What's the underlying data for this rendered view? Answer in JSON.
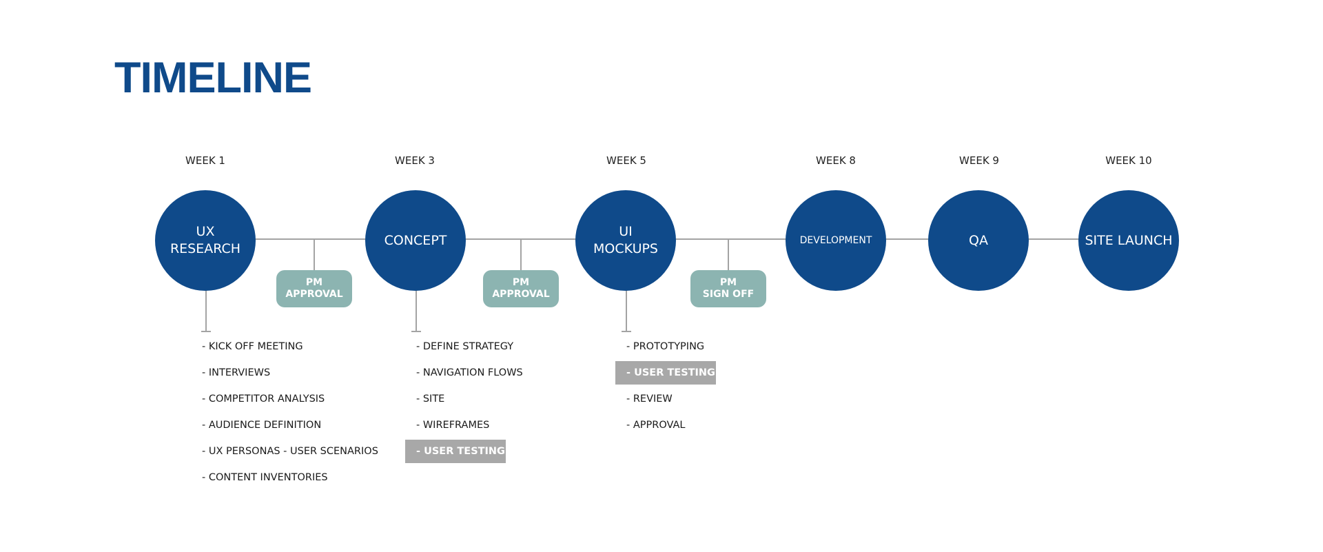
{
  "title": "TIMELINE",
  "weeks": [
    "WEEK 1",
    "WEEK 3",
    "WEEK 5",
    "WEEK 8",
    "WEEK 9",
    "WEEK 10"
  ],
  "stages": [
    {
      "line1": "UX",
      "line2": "RESEARCH"
    },
    {
      "line1": "CONCEPT",
      "line2": ""
    },
    {
      "line1": "UI",
      "line2": "MOCKUPS"
    },
    {
      "line1": "DEVELOPMENT",
      "line2": ""
    },
    {
      "line1": "QA",
      "line2": ""
    },
    {
      "line1": "SITE LAUNCH",
      "line2": ""
    }
  ],
  "approvals": [
    {
      "line1": "PM",
      "line2": "APPROVAL"
    },
    {
      "line1": "PM",
      "line2": "APPROVAL"
    },
    {
      "line1": "PM",
      "line2": "SIGN OFF"
    }
  ],
  "tasks": {
    "ux_research": [
      "- KICK OFF MEETING",
      "- INTERVIEWS",
      "- COMPETITOR ANALYSIS",
      "- AUDIENCE DEFINITION",
      "- UX PERSONAS - USER SCENARIOS",
      "- CONTENT INVENTORIES"
    ],
    "concept": [
      "- DEFINE STRATEGY",
      "- NAVIGATION FLOWS",
      "- SITE",
      "- WIREFRAMES",
      "- USER TESTING"
    ],
    "ui_mockups": [
      "- PROTOTYPING",
      "- USER TESTING",
      "- REVIEW",
      "- APPROVAL"
    ]
  },
  "colors": {
    "stage": "#0f4a8a",
    "approval": "#8cb4b1",
    "highlight": "#a8a8a8",
    "line": "#a3a3a3"
  }
}
